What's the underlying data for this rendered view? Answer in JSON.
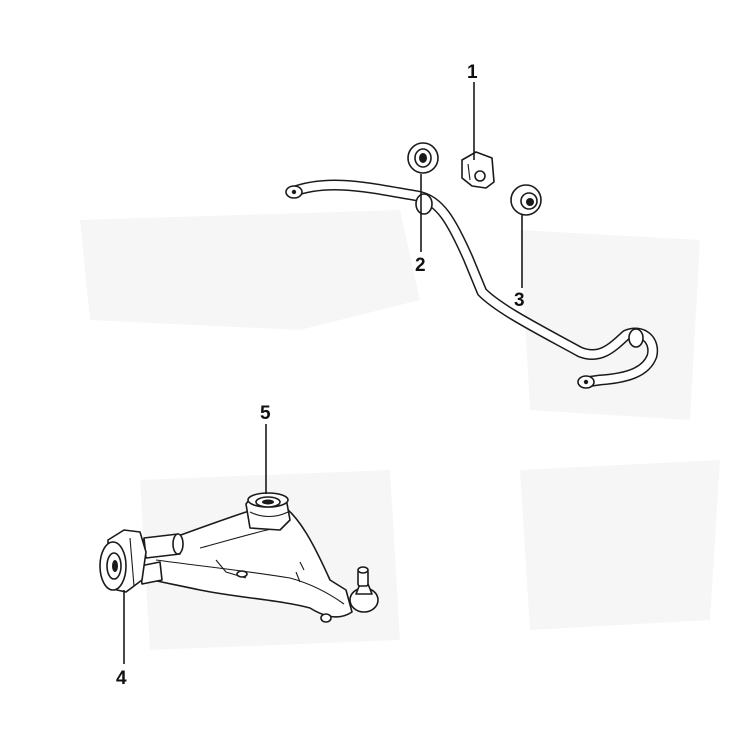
{
  "callouts": [
    {
      "id": "1",
      "label": "1"
    },
    {
      "id": "2",
      "label": "2"
    },
    {
      "id": "3",
      "label": "3"
    },
    {
      "id": "4",
      "label": "4"
    },
    {
      "id": "5",
      "label": "5"
    }
  ],
  "colors": {
    "line": "#1a1a1a",
    "background": "#ffffff",
    "watermark": "#f6f6f6"
  }
}
